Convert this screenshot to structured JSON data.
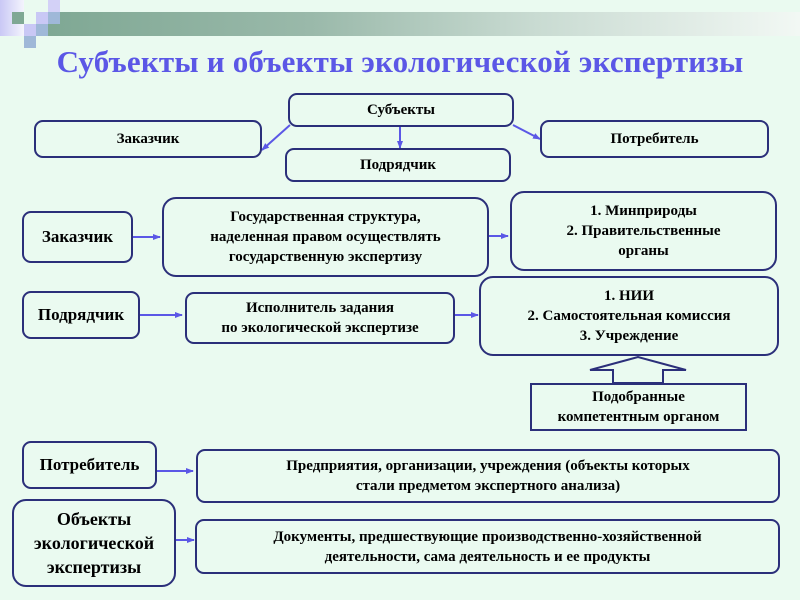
{
  "slide": {
    "title": "Субъекты и объекты экологической экспертизы",
    "accent_color": "#5b57e6",
    "border_color": "#2b2f7a",
    "arrow_color": "#5b57e6"
  },
  "top_tree": {
    "root": "Субъекты",
    "left": "Заказчик",
    "center": "Подрядчик",
    "right": "Потребитель"
  },
  "rows": {
    "customer": {
      "label": "Заказчик",
      "description": [
        "Государственная структура,",
        "наделенная правом осуществлять",
        "государственную экспертизу"
      ],
      "examples": [
        "1. Минприроды",
        "2. Правительственные",
        "органы"
      ]
    },
    "contractor": {
      "label": "Подрядчик",
      "description": [
        "Исполнитель задания",
        "по экологической экспертизе"
      ],
      "examples": [
        "1. НИИ",
        "2. Самостоятельная комиссия",
        "3. Учреждение"
      ],
      "note": [
        "Подобранные",
        "компетентным органом"
      ]
    },
    "consumer": {
      "label": "Потребитель",
      "description": [
        "Предприятия, организации, учреждения (объекты которых",
        "стали предметом экспертного анализа)"
      ]
    },
    "objects": {
      "label": [
        "Объекты",
        "экологической",
        "экспертизы"
      ],
      "description": [
        "Документы, предшествующие производственно-хозяйственной",
        "деятельности, сама деятельность и ее продукты"
      ]
    }
  }
}
